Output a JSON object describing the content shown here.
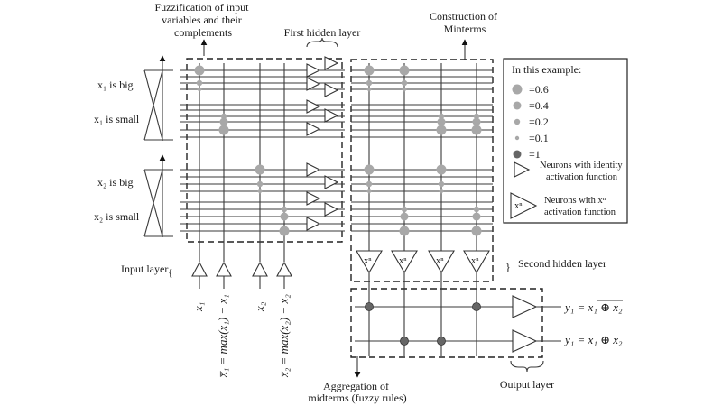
{
  "labels": {
    "fuzzification": [
      "Fuzzification of input",
      "variables and their",
      "complements"
    ],
    "first_hidden": "First hidden layer",
    "construction": [
      "Construction of",
      "Minterms"
    ],
    "second_hidden": "Second hidden layer",
    "input_layer": "Input layer",
    "aggregation": [
      "Aggregation of",
      "midterms (fuzzy rules)"
    ],
    "output_layer": "Output layer"
  },
  "membership_labels": {
    "x1_big": "x₁ is big",
    "x1_small": "x₁ is small",
    "x2_big": "x₂ is big",
    "x2_small": "x₂ is small"
  },
  "inputs": {
    "x1": "x₁",
    "x1bar": "x̅₁ = max(x₁) − x₁",
    "x2": "x₂",
    "x2bar": "x̅₂ = max(x₂) − x₂"
  },
  "outputs": {
    "y1a": "y₁ = x₁ ⊕ x₂",
    "y1b": "y₁ = x₁ ⊕ x₂"
  },
  "legend": {
    "title": "In this example:",
    "items": [
      {
        "label": "=0.6",
        "radius": 5.5,
        "color": "#a8a8a8"
      },
      {
        "label": "=0.4",
        "radius": 4.5,
        "color": "#a8a8a8"
      },
      {
        "label": "=0.2",
        "radius": 3.2,
        "color": "#a8a8a8"
      },
      {
        "label": "=0.1",
        "radius": 2.2,
        "color": "#a8a8a8"
      },
      {
        "label": "=1",
        "radius": 4.5,
        "color": "#666666"
      }
    ],
    "identity": [
      "Neurons with identity",
      "activation function"
    ],
    "power": [
      "Neurons with xⁿ",
      "activation function"
    ],
    "power_symbol": "xⁿ"
  },
  "second_layer_symbol": "xⁿ"
}
